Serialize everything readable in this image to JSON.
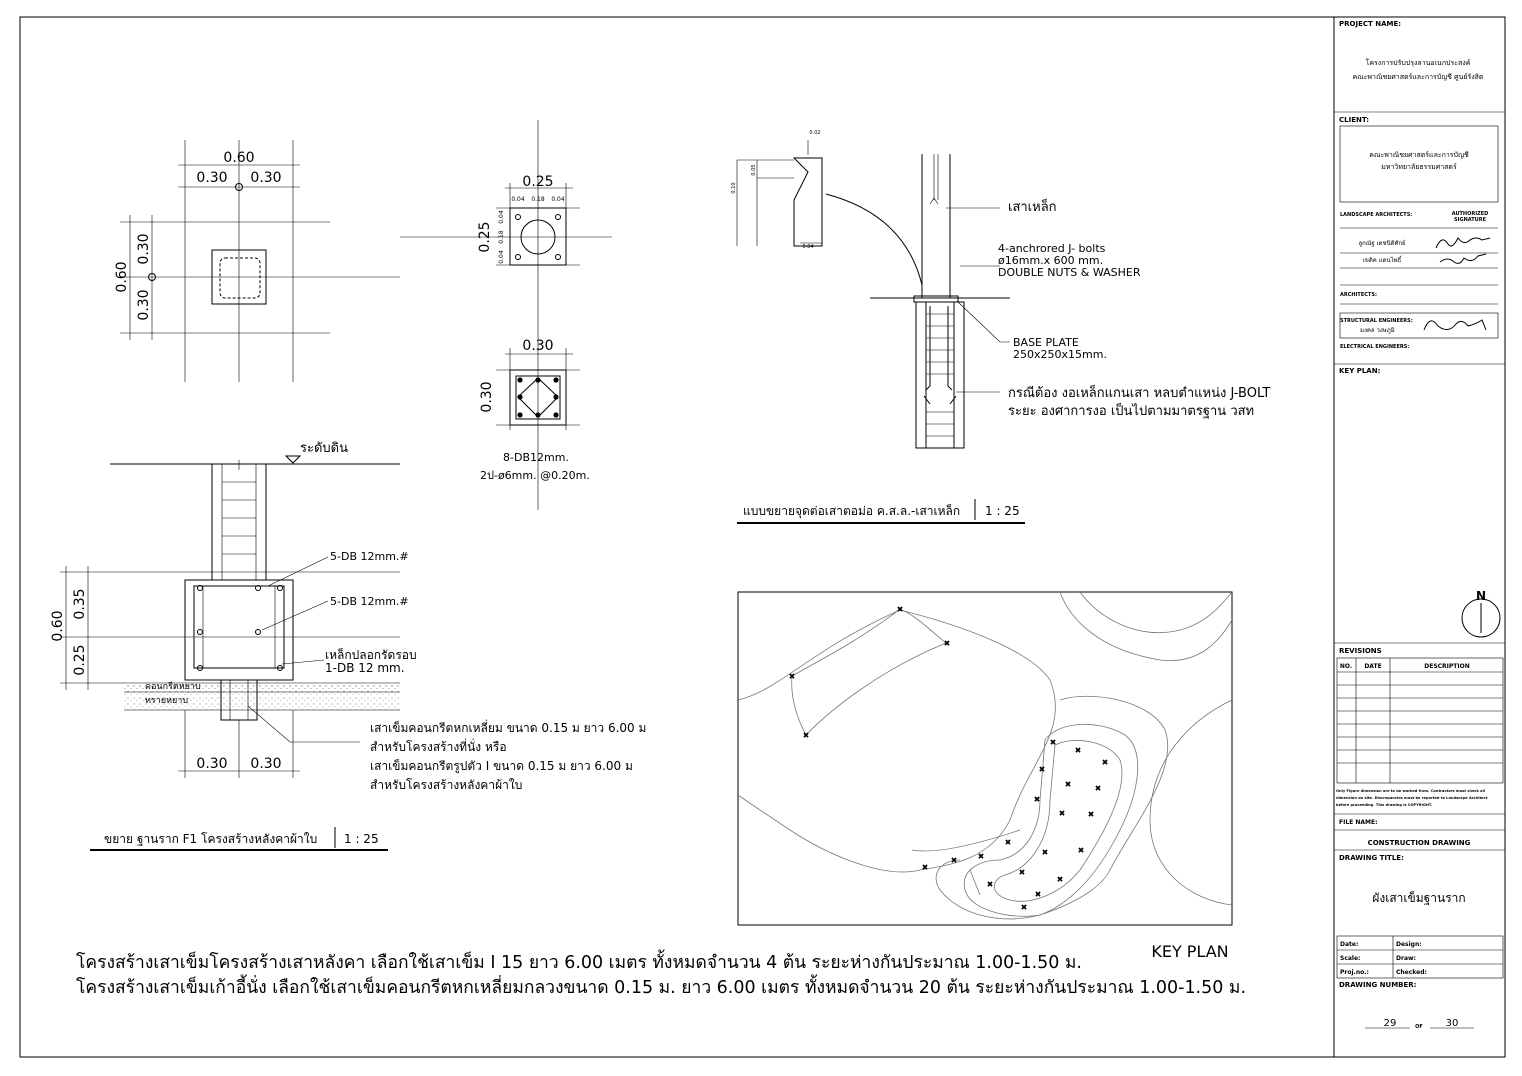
{
  "title_block": {
    "project_name_label": "PROJECT NAME:",
    "project_name_line1": "โครงการปรับปรุงลานอเนกประสงค์",
    "project_name_line2": "คณะพาณิชยศาสตร์และการบัญชี ศูนย์รังสิต",
    "client_label": "CLIENT:",
    "client_line1": "คณะพาณิชยศาสตร์และการบัญชี",
    "client_line2": "มหาวิทยาลัยธรรมศาสตร์",
    "landscape_label": "LANDSCAPE ARCHITECTS:",
    "authorized_label_1": "AUTHORIZED",
    "authorized_label_2": "SIGNATURE",
    "landscape_names": [
      "ลูกณัฐ เดชนิติศักย์",
      "เขติค แดนไพธิ์"
    ],
    "architects_label": "ARCHITECTS:",
    "structural_label": "STRUCTURAL ENGINEERS:",
    "structural_name": "มงคล วงษภูมิ",
    "electrical_label": "ELECTRICAL ENGINEERS:",
    "key_plan_label": "KEY PLAN:",
    "north_label": "N",
    "revisions_label": "REVISIONS",
    "rev_no": "NO.",
    "rev_date": "DATE",
    "rev_desc": "DESCRIPTION",
    "note": [
      "Only Figure dimension are to be worked from. Contractors must check all",
      "dimension on site. Discrepancies must be reported to Landscape Architect",
      "before proceeding. This drawing is COPYRIGHT."
    ],
    "file_name_label": "FILE NAME:",
    "file_name": "CONSTRUCTION DRAWING",
    "drawing_title_label": "DRAWING TITLE:",
    "drawing_title": "ผังเสาเข็มฐานราก",
    "date_label": "Date:",
    "design_label": "Design:",
    "scale_label": "Scale:",
    "draw_label": "Draw:",
    "projno_label": "Proj.no.:",
    "checked_label": "Checked:",
    "drawing_number_label": "DRAWING NUMBER:",
    "sheet_no": "29",
    "sheet_of": "OF",
    "sheet_total": "30"
  },
  "plan_detail": {
    "dim_060_top": "0.60",
    "dim_030_a": "0.30",
    "dim_030_b": "0.30",
    "dim_060_left": "0.60",
    "dim_030_c": "0.30",
    "dim_030_d": "0.30"
  },
  "column_section": {
    "top_dim": "0.25",
    "side_dim": "0.25",
    "small_dims": [
      "0.04",
      "0.18",
      "0.04"
    ],
    "side_small_dims": [
      "0.04",
      "0.18",
      "0.04"
    ],
    "rect_top_dim": "0.30",
    "rect_side_dim": "0.30",
    "rebar_note": "8-DB12mm.",
    "stirrup_note": "2ป-ø6mm. @0.20m."
  },
  "footing_section": {
    "ground_label": "ระดับดิน",
    "rebar_1": "5-DB 12mm.#",
    "rebar_2": "5-DB 12mm.#",
    "ring_label_1": "เหล็กปลอกรัดรอบ",
    "ring_label_2": "1-DB 12 mm.",
    "lean_concrete": "คอนกรีตหยาบ",
    "sand": "ทรายหยาบ",
    "dim_060": "0.60",
    "dim_035": "0.35",
    "dim_025": "0.25",
    "dim_030_a": "0.30",
    "dim_030_b": "0.30",
    "pile_note": [
      "เสาเข็มคอนกรีตหกเหลี่ยม ขนาด 0.15 ม ยาว 6.00 ม",
      "สำหรับโครงสร้างที่นั่ง หรือ",
      "เสาเข็มคอนกรีตรูปตัว I ขนาด 0.15 ม ยาว 6.00 ม",
      "สำหรับโครงสร้างหลังคาผ้าใบ"
    ],
    "caption": "ขยาย ฐานราก F1 โครงสร้างหลังคาผ้าใบ",
    "caption_scale": "1 : 25"
  },
  "connection_detail": {
    "steel_column": "เสาเหล็ก",
    "bolt_1": "4-anchrored J- bolts",
    "bolt_2": "ø16mm.x 600 mm.",
    "bolt_3": "DOUBLE NUTS & WASHER",
    "plate_1": "BASE PLATE",
    "plate_2": "250x250x15mm.",
    "note_1": "กรณีต้อง งอเหล็กแกนเสา หลบตำแหน่ง J-BOLT",
    "note_2": "ระยะ องศาการงอ เป็นไปตามมาตรฐาน วสท",
    "small_dims": [
      "0.02",
      "0.10",
      "0.05",
      "0.04"
    ],
    "caption": "แบบขยายจุดต่อเสาตอม่อ ค.ส.ล.-เสาเหล็ก",
    "caption_scale": "1 : 25"
  },
  "key_plan": {
    "label": "KEY PLAN"
  },
  "notes": {
    "line_1": "โครงสร้างเสาเข็มโครงสร้างเสาหลังคา เลือกใช้เสาเข็ม I 15 ยาว 6.00 เมตร ทั้งหมดจำนวน 4 ต้น ระยะห่างกันประมาณ 1.00-1.50 ม.",
    "line_2": "โครงสร้างเสาเข็มเก้าอี้นั่ง เลือกใช้เสาเข็มคอนกรีตหกเหลี่ยมกลวงขนาด 0.15 ม. ยาว 6.00 เมตร ทั้งหมดจำนวน 20 ต้น ระยะห่างกันประมาณ 1.00-1.50 ม."
  }
}
